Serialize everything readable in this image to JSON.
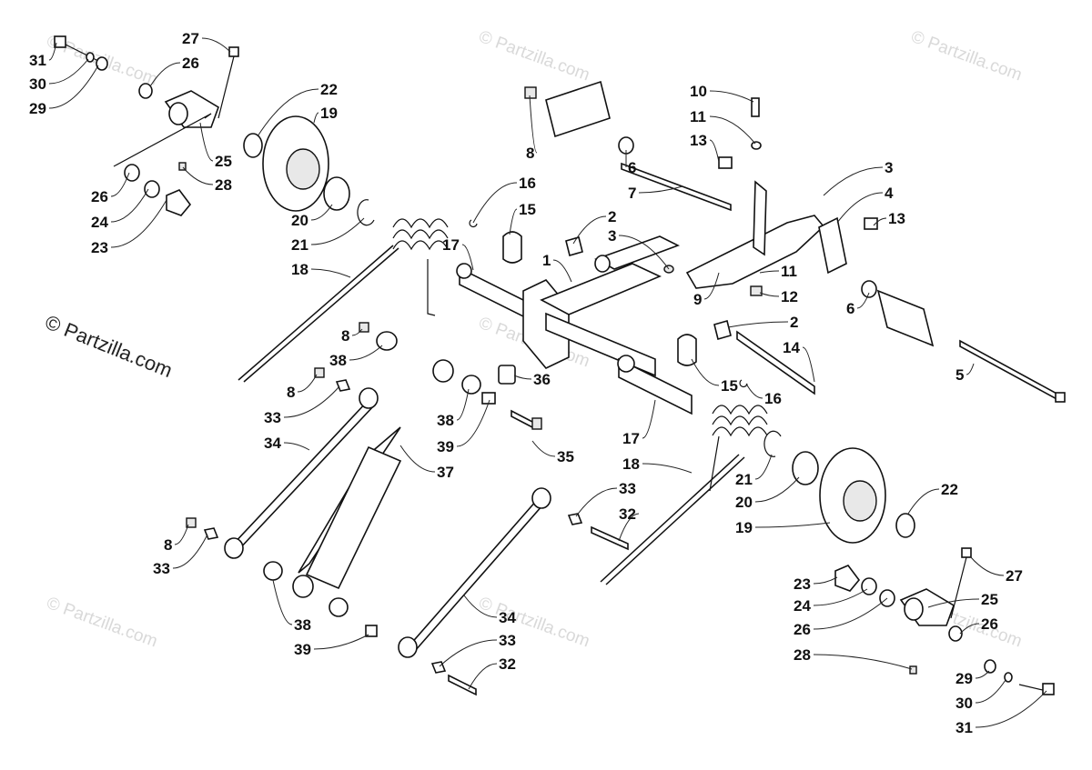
{
  "watermark": {
    "main": "© Partzilla.com",
    "faint": "© Partzilla.com"
  },
  "callouts": [
    {
      "id": "c1",
      "text": "1"
    },
    {
      "id": "c2a",
      "text": "2"
    },
    {
      "id": "c2b",
      "text": "2"
    },
    {
      "id": "c3a",
      "text": "3"
    },
    {
      "id": "c3b",
      "text": "3"
    },
    {
      "id": "c4",
      "text": "4"
    },
    {
      "id": "c5",
      "text": "5"
    },
    {
      "id": "c6a",
      "text": "6"
    },
    {
      "id": "c6b",
      "text": "6"
    },
    {
      "id": "c7",
      "text": "7"
    },
    {
      "id": "c8a",
      "text": "8"
    },
    {
      "id": "c8b",
      "text": "8"
    },
    {
      "id": "c8c",
      "text": "8"
    },
    {
      "id": "c8d",
      "text": "8"
    },
    {
      "id": "c9",
      "text": "9"
    },
    {
      "id": "c10",
      "text": "10"
    },
    {
      "id": "c11a",
      "text": "11"
    },
    {
      "id": "c11b",
      "text": "11"
    },
    {
      "id": "c12",
      "text": "12"
    },
    {
      "id": "c13a",
      "text": "13"
    },
    {
      "id": "c13b",
      "text": "13"
    },
    {
      "id": "c14",
      "text": "14"
    },
    {
      "id": "c15a",
      "text": "15"
    },
    {
      "id": "c15b",
      "text": "15"
    },
    {
      "id": "c16a",
      "text": "16"
    },
    {
      "id": "c16b",
      "text": "16"
    },
    {
      "id": "c17a",
      "text": "17"
    },
    {
      "id": "c17b",
      "text": "17"
    },
    {
      "id": "c18a",
      "text": "18"
    },
    {
      "id": "c18b",
      "text": "18"
    },
    {
      "id": "c19a",
      "text": "19"
    },
    {
      "id": "c19b",
      "text": "19"
    },
    {
      "id": "c20a",
      "text": "20"
    },
    {
      "id": "c20b",
      "text": "20"
    },
    {
      "id": "c21a",
      "text": "21"
    },
    {
      "id": "c21b",
      "text": "21"
    },
    {
      "id": "c22a",
      "text": "22"
    },
    {
      "id": "c22b",
      "text": "22"
    },
    {
      "id": "c23a",
      "text": "23"
    },
    {
      "id": "c23b",
      "text": "23"
    },
    {
      "id": "c24a",
      "text": "24"
    },
    {
      "id": "c24b",
      "text": "24"
    },
    {
      "id": "c25a",
      "text": "25"
    },
    {
      "id": "c25b",
      "text": "25"
    },
    {
      "id": "c26a",
      "text": "26"
    },
    {
      "id": "c26b",
      "text": "26"
    },
    {
      "id": "c26c",
      "text": "26"
    },
    {
      "id": "c26d",
      "text": "26"
    },
    {
      "id": "c27a",
      "text": "27"
    },
    {
      "id": "c27b",
      "text": "27"
    },
    {
      "id": "c28a",
      "text": "28"
    },
    {
      "id": "c28b",
      "text": "28"
    },
    {
      "id": "c29a",
      "text": "29"
    },
    {
      "id": "c29b",
      "text": "29"
    },
    {
      "id": "c30a",
      "text": "30"
    },
    {
      "id": "c30b",
      "text": "30"
    },
    {
      "id": "c31a",
      "text": "31"
    },
    {
      "id": "c31b",
      "text": "31"
    },
    {
      "id": "c32a",
      "text": "32"
    },
    {
      "id": "c32b",
      "text": "32"
    },
    {
      "id": "c33a",
      "text": "33"
    },
    {
      "id": "c33b",
      "text": "33"
    },
    {
      "id": "c33c",
      "text": "33"
    },
    {
      "id": "c33d",
      "text": "33"
    },
    {
      "id": "c34a",
      "text": "34"
    },
    {
      "id": "c34b",
      "text": "34"
    },
    {
      "id": "c35",
      "text": "35"
    },
    {
      "id": "c36",
      "text": "36"
    },
    {
      "id": "c37",
      "text": "37"
    },
    {
      "id": "c38a",
      "text": "38"
    },
    {
      "id": "c38b",
      "text": "38"
    },
    {
      "id": "c38c",
      "text": "38"
    },
    {
      "id": "c39a",
      "text": "39"
    },
    {
      "id": "c39b",
      "text": "39"
    }
  ]
}
